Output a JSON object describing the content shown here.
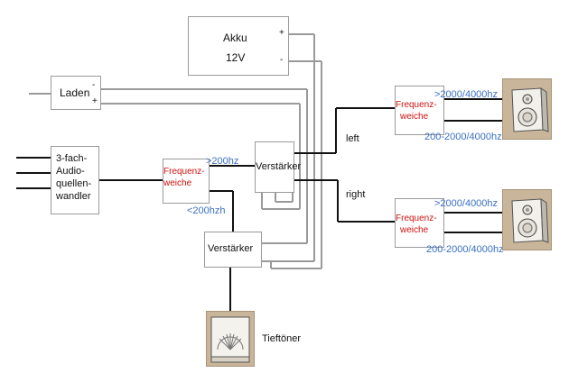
{
  "battery": {
    "name": "Akku",
    "voltage": "12V",
    "plus": "+",
    "minus": "-"
  },
  "charger": {
    "name": "Laden",
    "minus": "-",
    "plus": "+"
  },
  "source_converter": {
    "lines": [
      "3-fach-",
      "Audio-",
      "quellen-",
      "wandler"
    ]
  },
  "crossover_main": {
    "lines": [
      "Frequenz-",
      "weiche"
    ],
    "high_label": ">200hz",
    "low_label": "<200hzh"
  },
  "amp_main": {
    "name": "Verstärker"
  },
  "amp_sub": {
    "name": "Verstärker"
  },
  "channels": {
    "left": "left",
    "right": "right"
  },
  "crossover_left": {
    "lines": [
      "Frequenz-",
      "weiche"
    ],
    "tweeter_label": ">2000/4000hz",
    "mid_label": "200-2000/4000hz"
  },
  "crossover_right": {
    "lines": [
      "Frequenz-",
      "weiche"
    ],
    "tweeter_label": ">2000/4000hz",
    "mid_label": "200-2000/4000hz"
  },
  "subwoofer": {
    "name": "Tieftöner"
  },
  "colors": {
    "power_wire": "#9a9a9a",
    "signal_wire": "#111111",
    "crossover_text": "#d01010",
    "freq_text": "#3a6fc4",
    "speaker_body": "#c9b59a"
  }
}
